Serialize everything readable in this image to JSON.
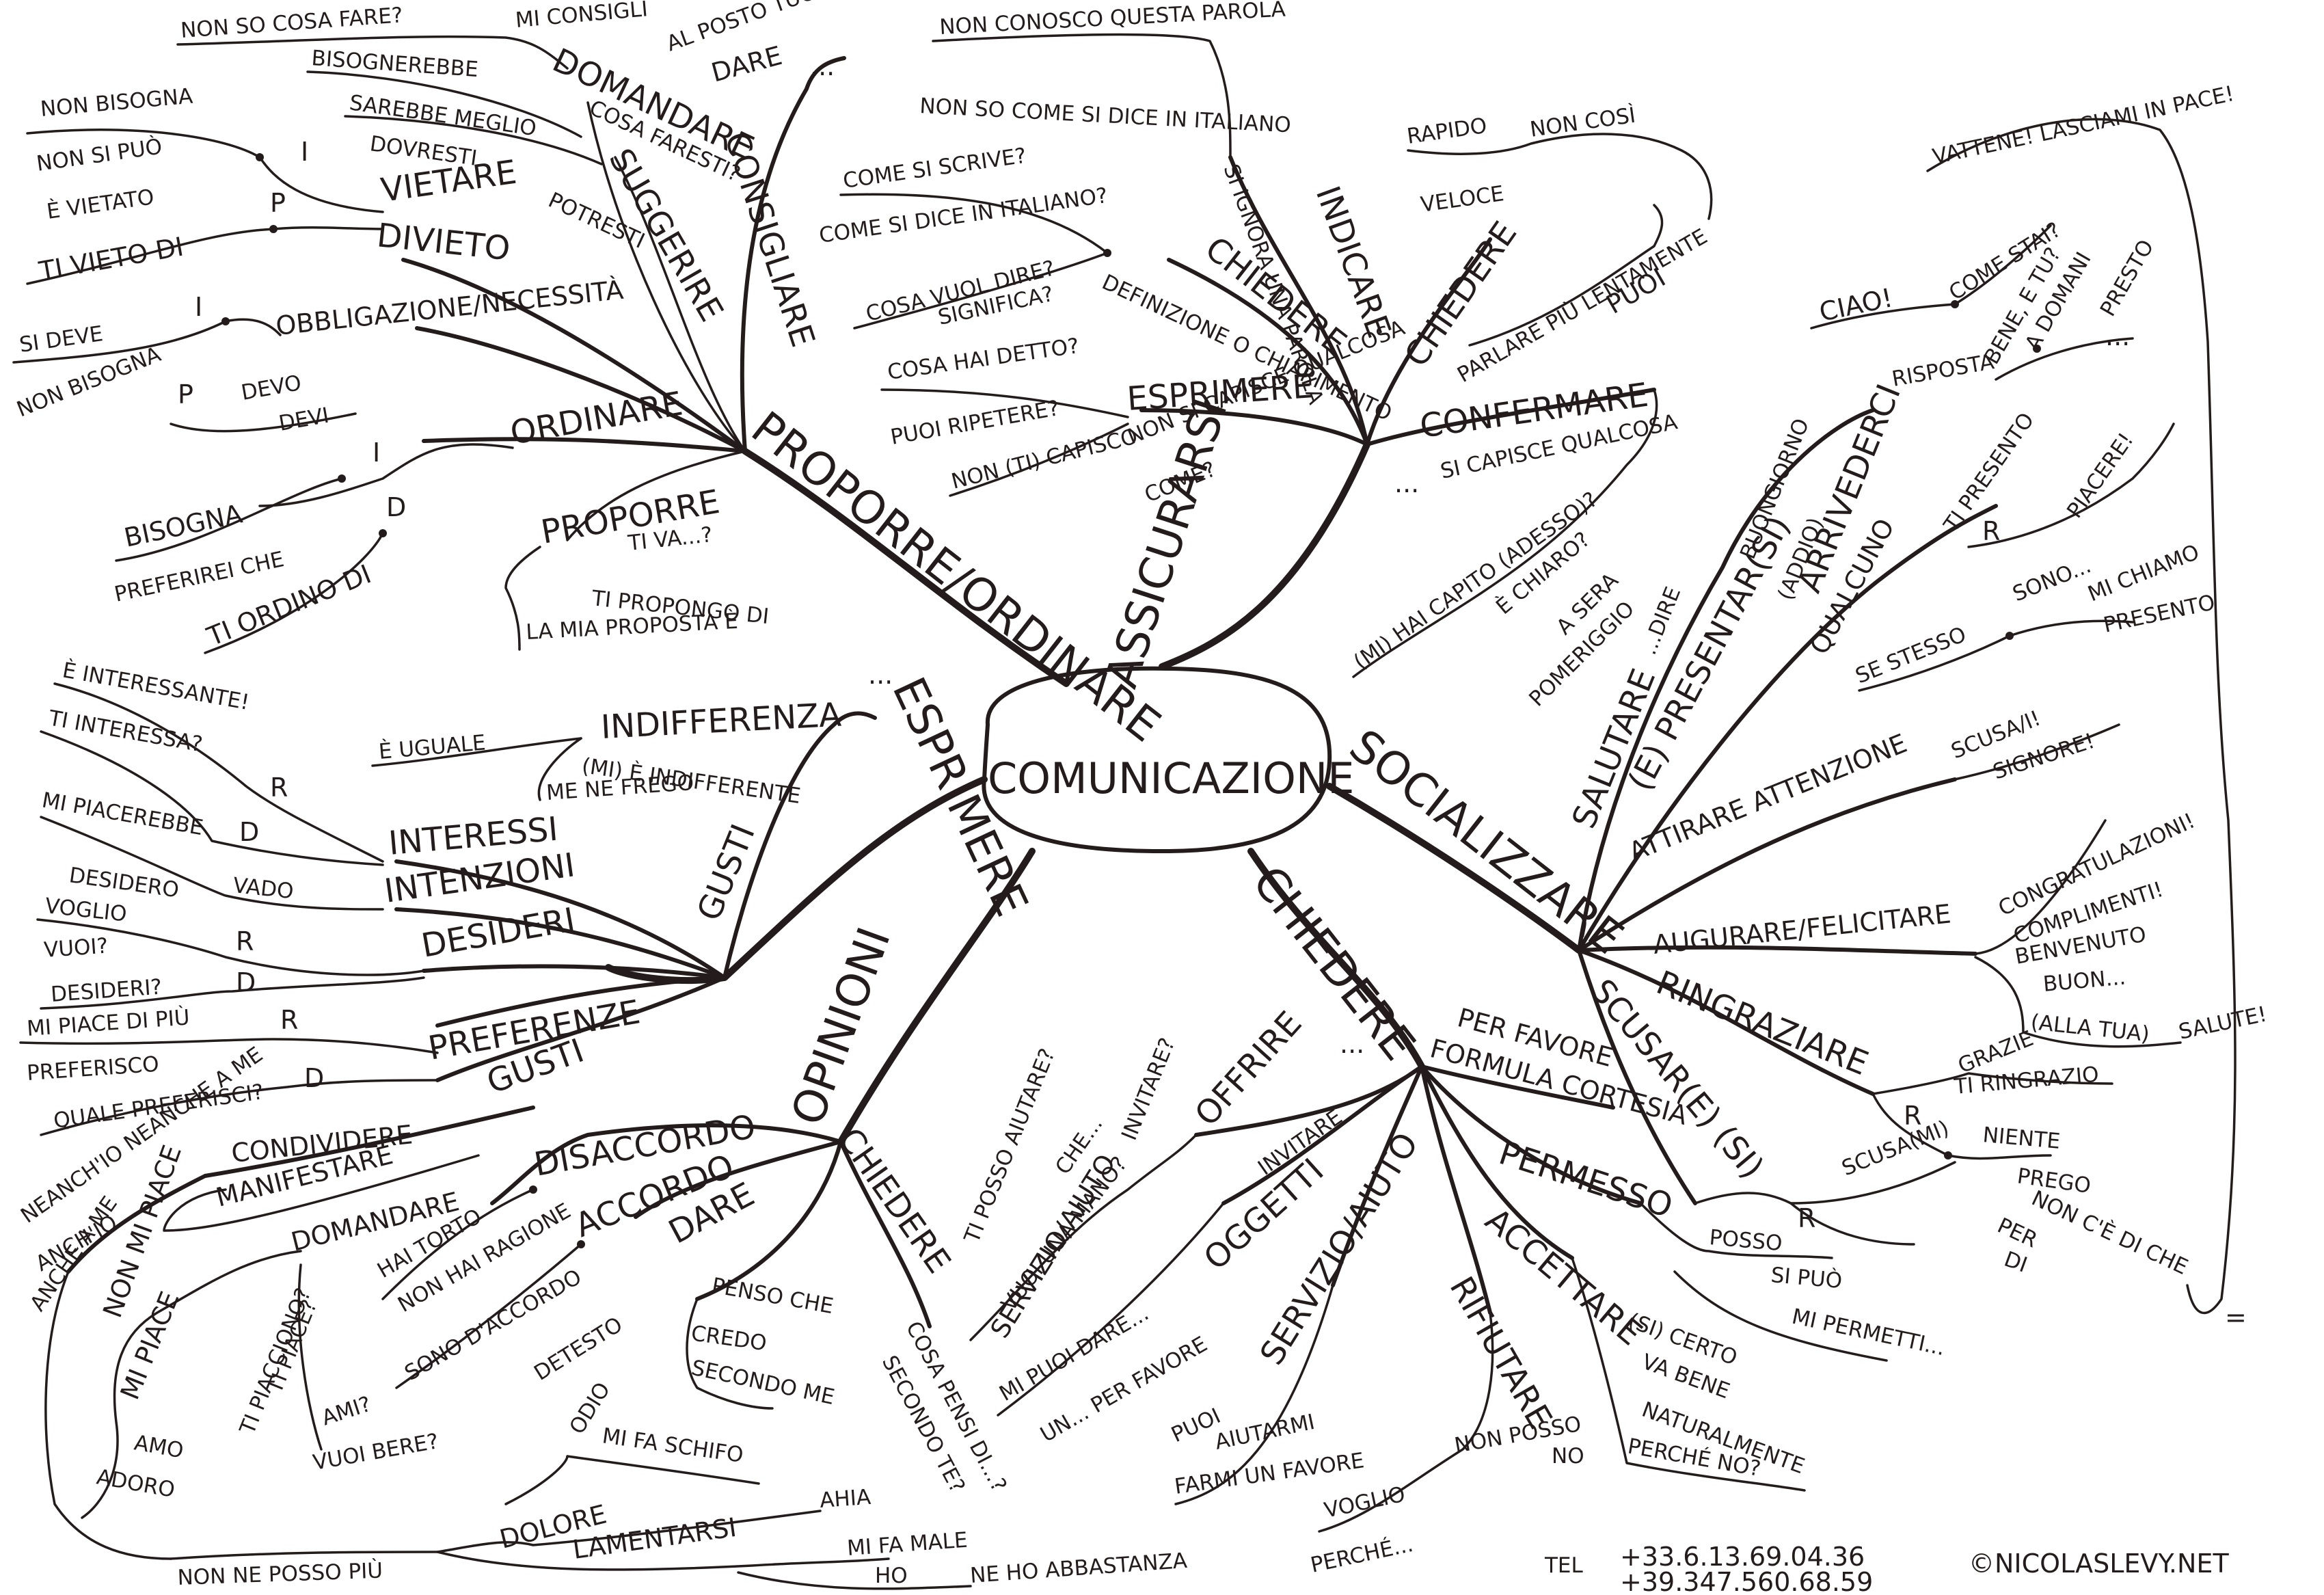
{
  "center": "COMUNICAZIONE",
  "footer": {
    "tel_label": "TEL",
    "phone_1": "+33.6.13.69.04.36",
    "phone_2": "+39.347.560.68.59",
    "credit": "©NICOLASLEVY.NET"
  },
  "main_branches": {
    "proporre": "PROPORRE/ORDINARE",
    "assicurarsi": "ASSICURARSI",
    "socializzare": "SOCIALIZZARE",
    "chiedere": "CHIEDERE",
    "opinioni": "OPINIONI",
    "esprimere": "ESPRIMERE"
  },
  "proporre": {
    "consigliare": "CONSIGLIARE",
    "dare": "DARE",
    "al_posto_tuo": "AL POSTO TUO",
    "dots": "...",
    "domandare": "DOMANDARE",
    "mi_consigli": "MI CONSIGLI",
    "non_so": "NON SO COSA FARE?",
    "cosa_faresti": "COSA FARESTI?",
    "suggerire": "SUGGERIRE",
    "bisognerebbe": "BISOGNEREBBE",
    "sarebbe_meglio": "SAREBBE MEGLIO",
    "dovresti": "DOVRESTI",
    "potresti": "POTRESTI",
    "vietare": "VIETARE",
    "divieto": "DIVIETO",
    "non_bisogna": "NON BISOGNA",
    "non_si_puo": "NON SI PUÒ",
    "e_vietato": "È VIETATO",
    "ti_vieto_di": "TI VIETO DI",
    "i": "I",
    "p": "P",
    "obbligazione": "OBBLIGAZIONE/NECESSITÀ",
    "si_deve": "SI DEVE",
    "non_bisogna_2": "NON BISOGNA",
    "devo": "DEVO",
    "devi": "DEVI",
    "ordinare": "ORDINARE",
    "bisogna": "BISOGNA",
    "preferirei": "PREFERIREI CHE",
    "ti_ordino": "TI ORDINO DI",
    "d": "D",
    "proporre": "PROPORRE",
    "ti_va": "TI VA...?",
    "ti_propongo": "TI PROPONGO DI",
    "la_mia_proposta": "LA MIA PROPOSTA È"
  },
  "assicurarsi": {
    "indicare": "INDICARE",
    "si_ignora": "SI IGNORA UNA PAROLA",
    "non_conosco": "NON CONOSCO QUESTA PAROLA",
    "non_so_come": "NON SO COME SI DICE IN ITALIANO",
    "chiedere": "CHIEDERE",
    "def": "DEFINIZIONE O CHIARIMENTO",
    "come_si_scrive": "COME SI SCRIVE?",
    "come_si_dice": "COME SI DICE IN ITALIANO?",
    "cosa_vuol_dire": "COSA VUOL DIRE?",
    "significa": "SIGNIFICA?",
    "esprimere": "ESPRIMERE",
    "non_si_capisce": "NON SI CAPISCE QUALCOSA",
    "come": "COME?",
    "cosa_hai_detto": "COSA HAI DETTO?",
    "puoi_ripetere": "PUOI RIPETERE?",
    "non_ti_capisco": "NON (TI) CAPISCO",
    "chiedere_2": "CHIEDERE",
    "parlare_piu": "PARLARE PIÙ LENTAMENTE",
    "puoi": "PUOI",
    "rapido": "RAPIDO",
    "veloce": "VELOCE",
    "non_cosi": "NON COSÌ",
    "confermare": "CONFERMARE",
    "si_capisce": "SI CAPISCE QUALCOSA",
    "hai_capito": "(MI) HAI CAPITO (ADESSO)?",
    "e_chiaro": "È CHIARO?",
    "dots": "..."
  },
  "socializzare": {
    "salutare": "SALUTARE",
    "dire": "...DIRE",
    "buongiorno": "BUONGIORNO",
    "pomeriggio": "POMERIGGIO",
    "a_sera": "A SERA",
    "ciao": "CIAO!",
    "come_stai": "COME STAI?",
    "bene_e_tu": "BENE, E TU?",
    "risposta": "RISPOSTA",
    "a_domani": "A DOMANI",
    "presto": "PRESTO",
    "dots": "...",
    "arrivederci": "ARRIVEDERCI",
    "addio": "(ADDIO)",
    "vattene": "VATTENE! LASCIAMI IN PACE!",
    "presentarsi": "(E) PRESENTAR(SI)",
    "qualcuno": "QUALCUNO",
    "ti_presento": "TI PRESENTO",
    "r": "R",
    "piacere": "PIACERE!",
    "se_stesso": "SE STESSO",
    "sono": "SONO...",
    "mi_chiamo": "MI CHIAMO",
    "presento": "PRESENTO",
    "attirare": "ATTIRARE ATTENZIONE",
    "scusa": "SCUSA/I!",
    "signore": "SIGNORE!",
    "augurare": "AUGURARE/FELICITARE",
    "congratulazioni": "CONGRATULAZIONI!",
    "complimenti": "COMPLIMENTI!",
    "benvenuto": "BENVENUTO",
    "buon": "BUON...",
    "alla_tua": "(ALLA TUA)",
    "salute": "SALUTE!",
    "ringraziare": "RINGRAZIARE",
    "grazie": "GRAZIE",
    "ti_ringrazio": "TI RINGRAZIO",
    "niente": "NIENTE",
    "prego": "PREGO",
    "non_ce_di_che": "NON C'È DI CHE",
    "scusarsi": "SCUSAR(E) (SI)",
    "scusa_mi": "SCUSA(MI)",
    "per": "PER",
    "di": "DI",
    "eq": "="
  },
  "chiedere": {
    "per_favore": "PER FAVORE",
    "formula": "FORMULA CORTESIA",
    "dots": "...",
    "permesso": "PERMESSO",
    "posso": "POSSO",
    "si_puo": "SI PUÒ",
    "mi_permetti": "MI PERMETTI...",
    "accettare": "ACCETTARE",
    "si_certo": "(SI) CERTO",
    "va_bene": "VA BENE",
    "naturalmente": "NATURALMENTE",
    "perche_no": "PERCHÉ NO?",
    "rifiutare": "RIFIUTARE",
    "no": "NO",
    "non_posso": "NON POSSO",
    "voglio": "VOGLIO",
    "perche": "PERCHÉ...",
    "offrire": "OFFRIRE",
    "invitare": "INVITARE",
    "ti_posso": "TI POSSO AIUTARE?",
    "invitare_q": "INVITARE?",
    "che": "CHE...",
    "vuoi_una_mano": "VUOI UNA MANO?",
    "servizio": "SERVIZIO/AIUTO",
    "oggetti": "OGGETTI",
    "mi_puoi_dare": "MI PUOI DARE...",
    "un_per_favore": "UN... PER FAVORE",
    "servizio_2": "SERVIZIO/AIUTO",
    "puoi": "PUOI",
    "aiutarmi": "AIUTARMI",
    "farmi_favore": "FARMI UN FAVORE"
  },
  "opinioni": {
    "chiedere": "CHIEDERE",
    "cosa_pensi": "COSA PENSI DI...?",
    "secondo_te": "SECONDO TE?",
    "dare": "DARE",
    "penso_che": "PENSO CHE",
    "credo": "CREDO",
    "secondo_me": "SECONDO ME",
    "disaccordo": "DISACCORDO",
    "hai_torto": "HAI TORTO",
    "non_hai_ragione": "NON HAI RAGIONE",
    "accordo": "ACCORDO",
    "sono_d_accordo": "SONO D'ACCORDO"
  },
  "esprimere": {
    "indifferenza": "INDIFFERENZA",
    "e_uguale": "È UGUALE",
    "mi_e_indifferente": "(MI) È INDIFFERENTE",
    "me_ne_frego": "ME NE FREGO",
    "dots": "...",
    "gusti": "GUSTI",
    "interessi": "INTERESSI",
    "e_interessante": "È INTERESSANTE!",
    "ti_interessa": "TI INTERESSA?",
    "r": "R",
    "d": "D",
    "intenzioni": "INTENZIONI",
    "mi_piacerebbe": "MI PIACEREBBE",
    "vado": "VADO",
    "desideri": "DESIDERI",
    "desidero": "DESIDERO",
    "voglio": "VOGLIO",
    "vuoi": "VUOI?",
    "desideri_q": "DESIDERI?",
    "preferenze": "PREFERENZE",
    "mi_piace_di_piu": "MI PIACE DI PIÙ",
    "preferisco": "PREFERISCO",
    "quale_preferisci": "QUALE PREFERISCI?",
    "gusti_2": "GUSTI",
    "condividere": "CONDIVIDERE",
    "manifestare": "MANIFESTARE",
    "domandare": "DOMANDARE",
    "neanchio": "NEANCH'IO NEANCHE A ME",
    "anchio": "ANCH'IO",
    "anche_a_me": "ANCHE A ME",
    "non_mi_piace": "NON MI PIACE",
    "mi_piace": "MI PIACE",
    "amo": "AMO",
    "adoro": "ADORO",
    "ti_piacciono": "TI PIACCIONO?",
    "ti_piace": "TI PIACE?",
    "ami": "AMI?",
    "vuoi_bere": "VUOI BERE?",
    "detesto": "DETESTO",
    "odio": "ODIO",
    "mi_fa_schifo": "MI FA SCHIFO",
    "dolore": "DOLORE",
    "lamentarsi": "LAMENTARSI",
    "ahia": "AHIA",
    "mi_fa_male": "MI FA MALE",
    "ho": "HO",
    "ne_ho_abbastanza": "NE HO ABBASTANZA",
    "non_ne_posso_piu": "NON NE POSSO PIÙ"
  }
}
